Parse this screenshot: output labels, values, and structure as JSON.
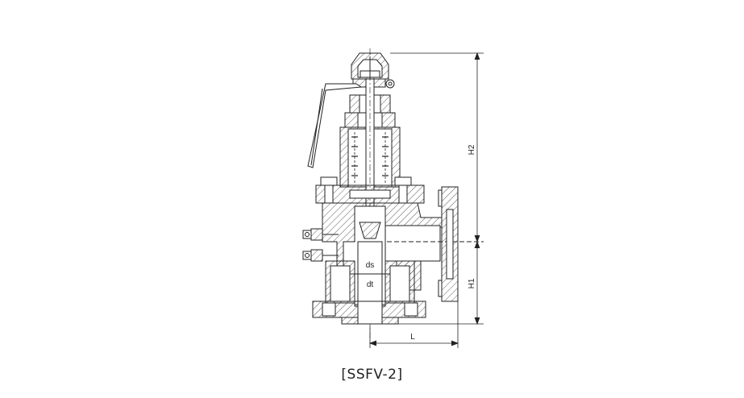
{
  "diagram": {
    "caption": "[SSFV-2]",
    "labels": {
      "ds": "ds",
      "dt": "dt",
      "h1": "H1",
      "h2": "H2",
      "l": "L"
    }
  }
}
